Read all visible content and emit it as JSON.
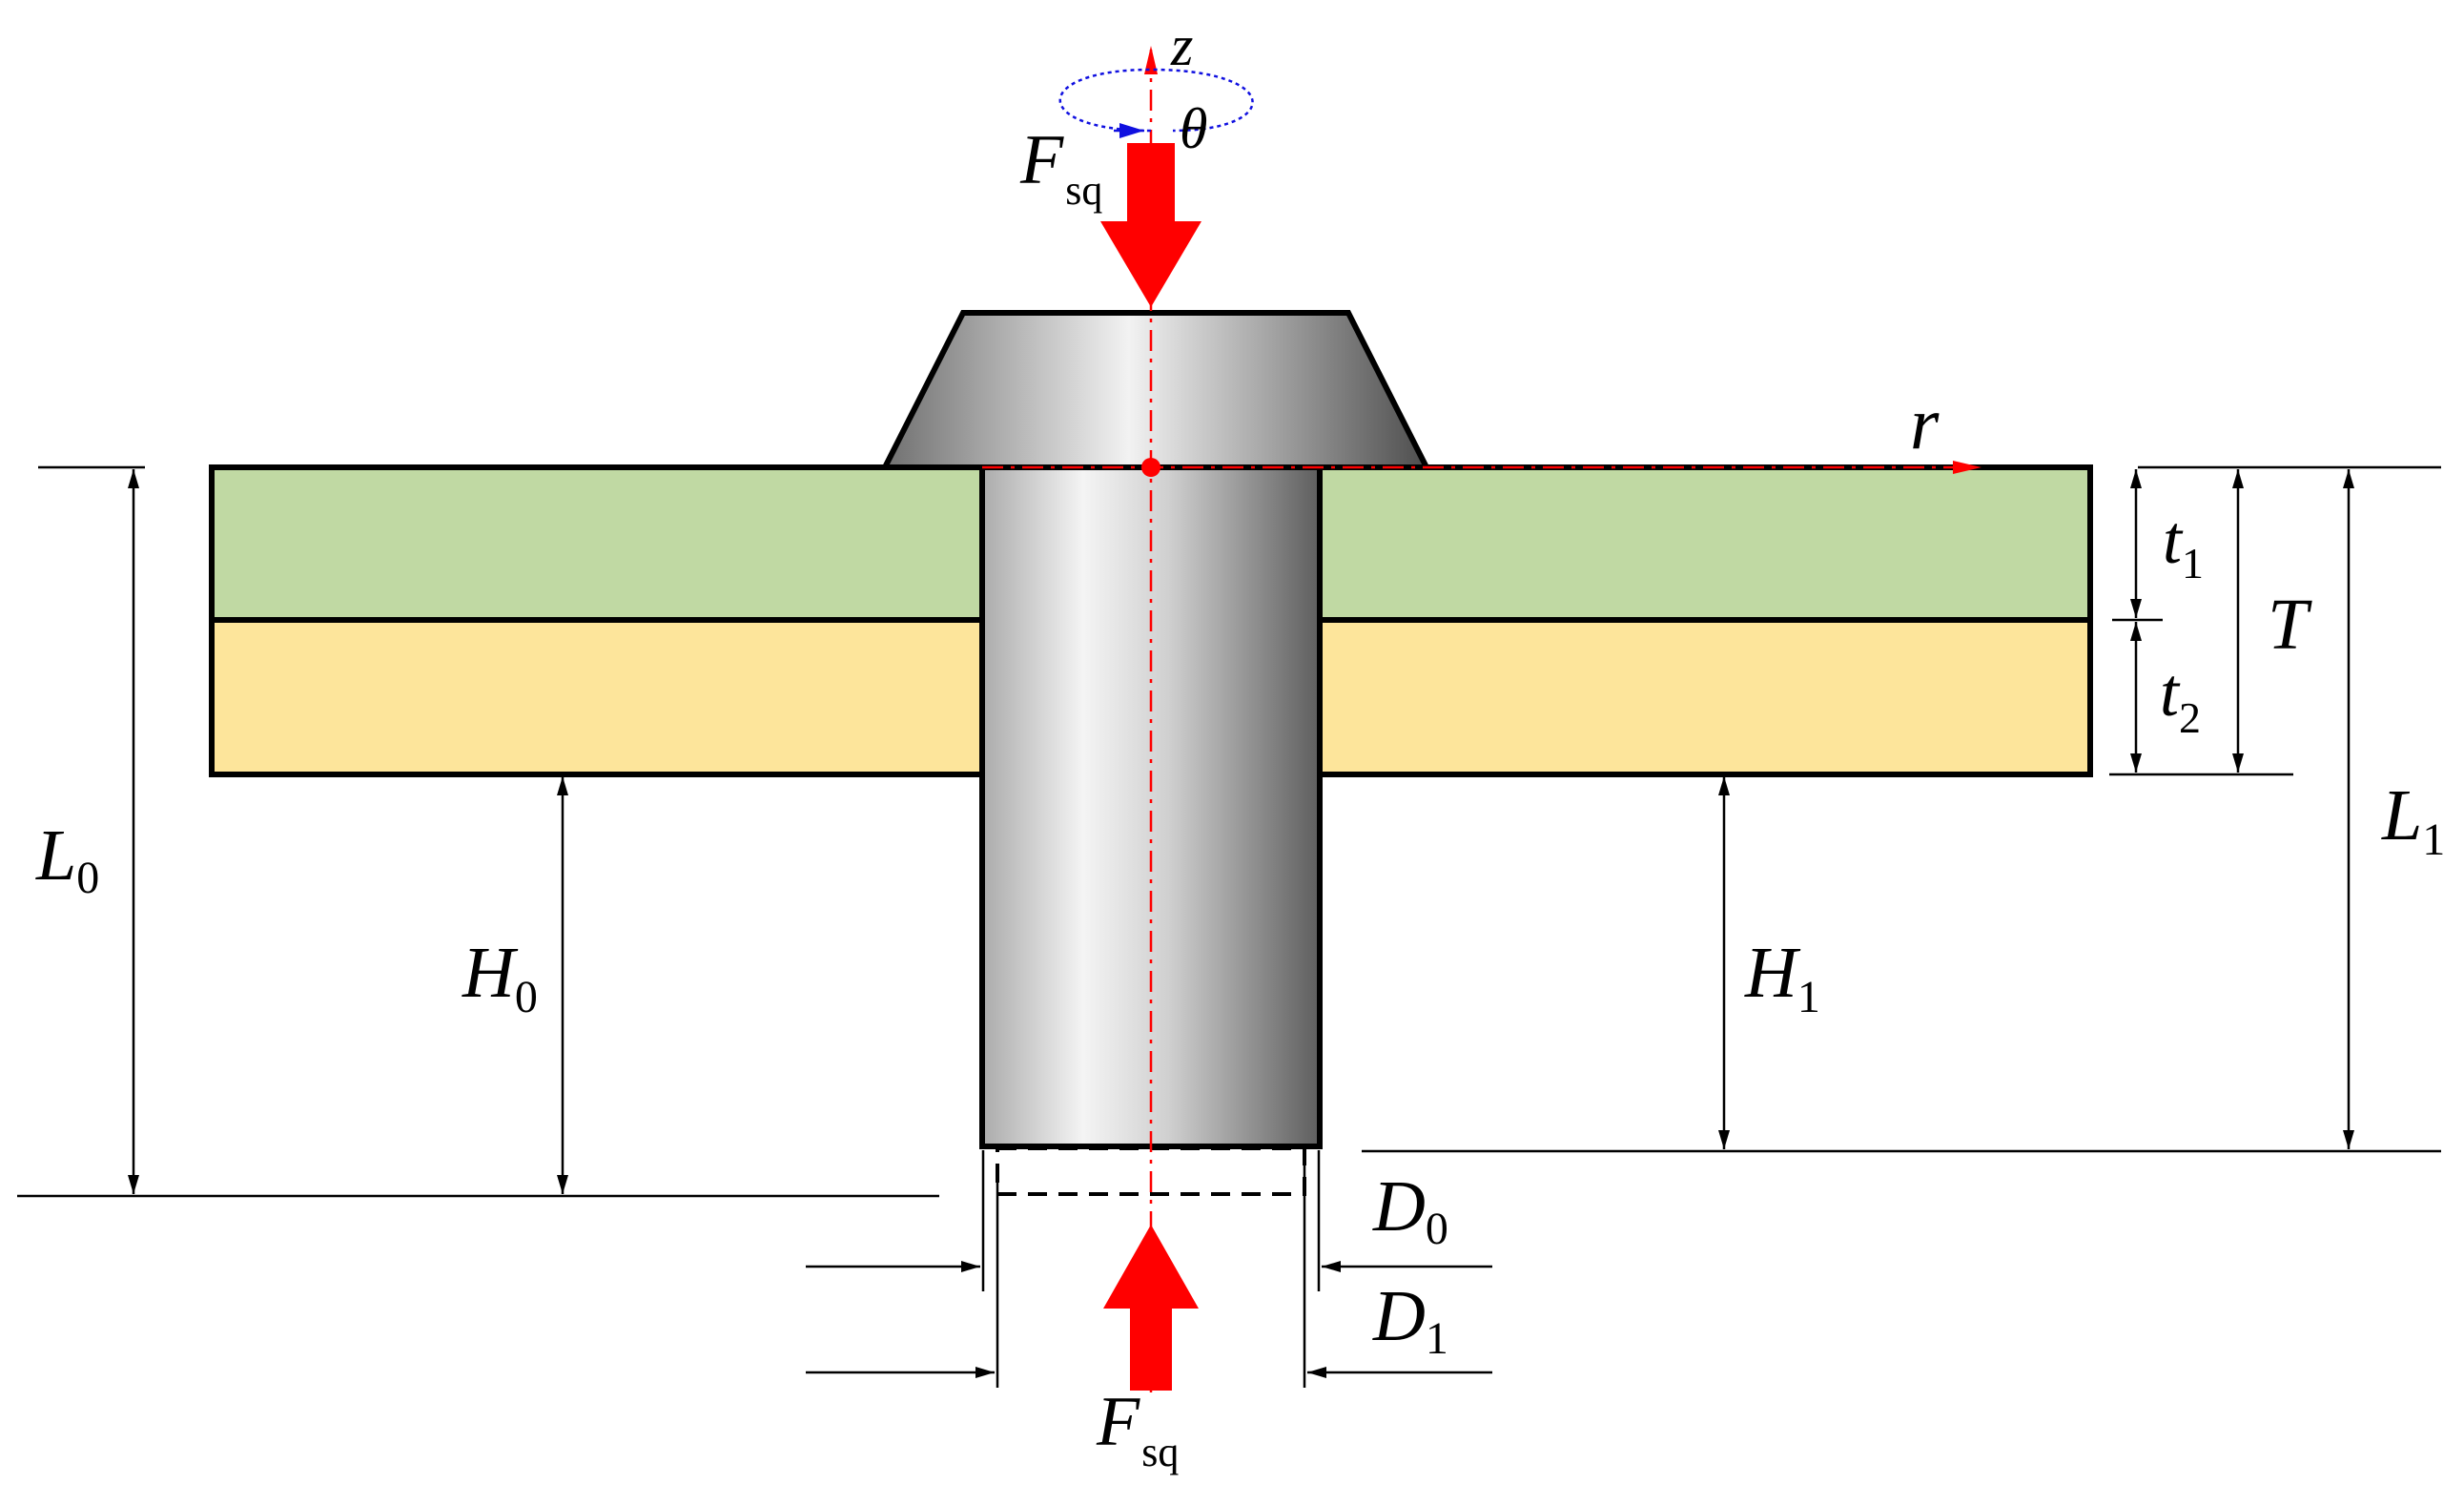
{
  "diagram": {
    "axes": {
      "z": "z",
      "theta": "θ",
      "r": "r"
    },
    "labels": {
      "force_top": {
        "main": "F",
        "sub": "sq"
      },
      "force_bottom": {
        "main": "F",
        "sub": "sq"
      },
      "L0": {
        "main": "L",
        "sub": "0"
      },
      "L1": {
        "main": "L",
        "sub": "1"
      },
      "H0": {
        "main": "H",
        "sub": "0"
      },
      "H1": {
        "main": "H",
        "sub": "1"
      },
      "t1": {
        "main": "t",
        "sub": "1"
      },
      "t2": {
        "main": "t",
        "sub": "2"
      },
      "T": "T",
      "D0": {
        "main": "D",
        "sub": "0"
      },
      "D1": {
        "main": "D",
        "sub": "1"
      }
    },
    "colors": {
      "sheet_top": "#c0d9a3",
      "sheet_bottom": "#fde59b",
      "force_arrow": "#ff0000",
      "axis_line": "#ff0000",
      "rotation_arrow": "#1010e0",
      "outline": "#000000"
    }
  }
}
